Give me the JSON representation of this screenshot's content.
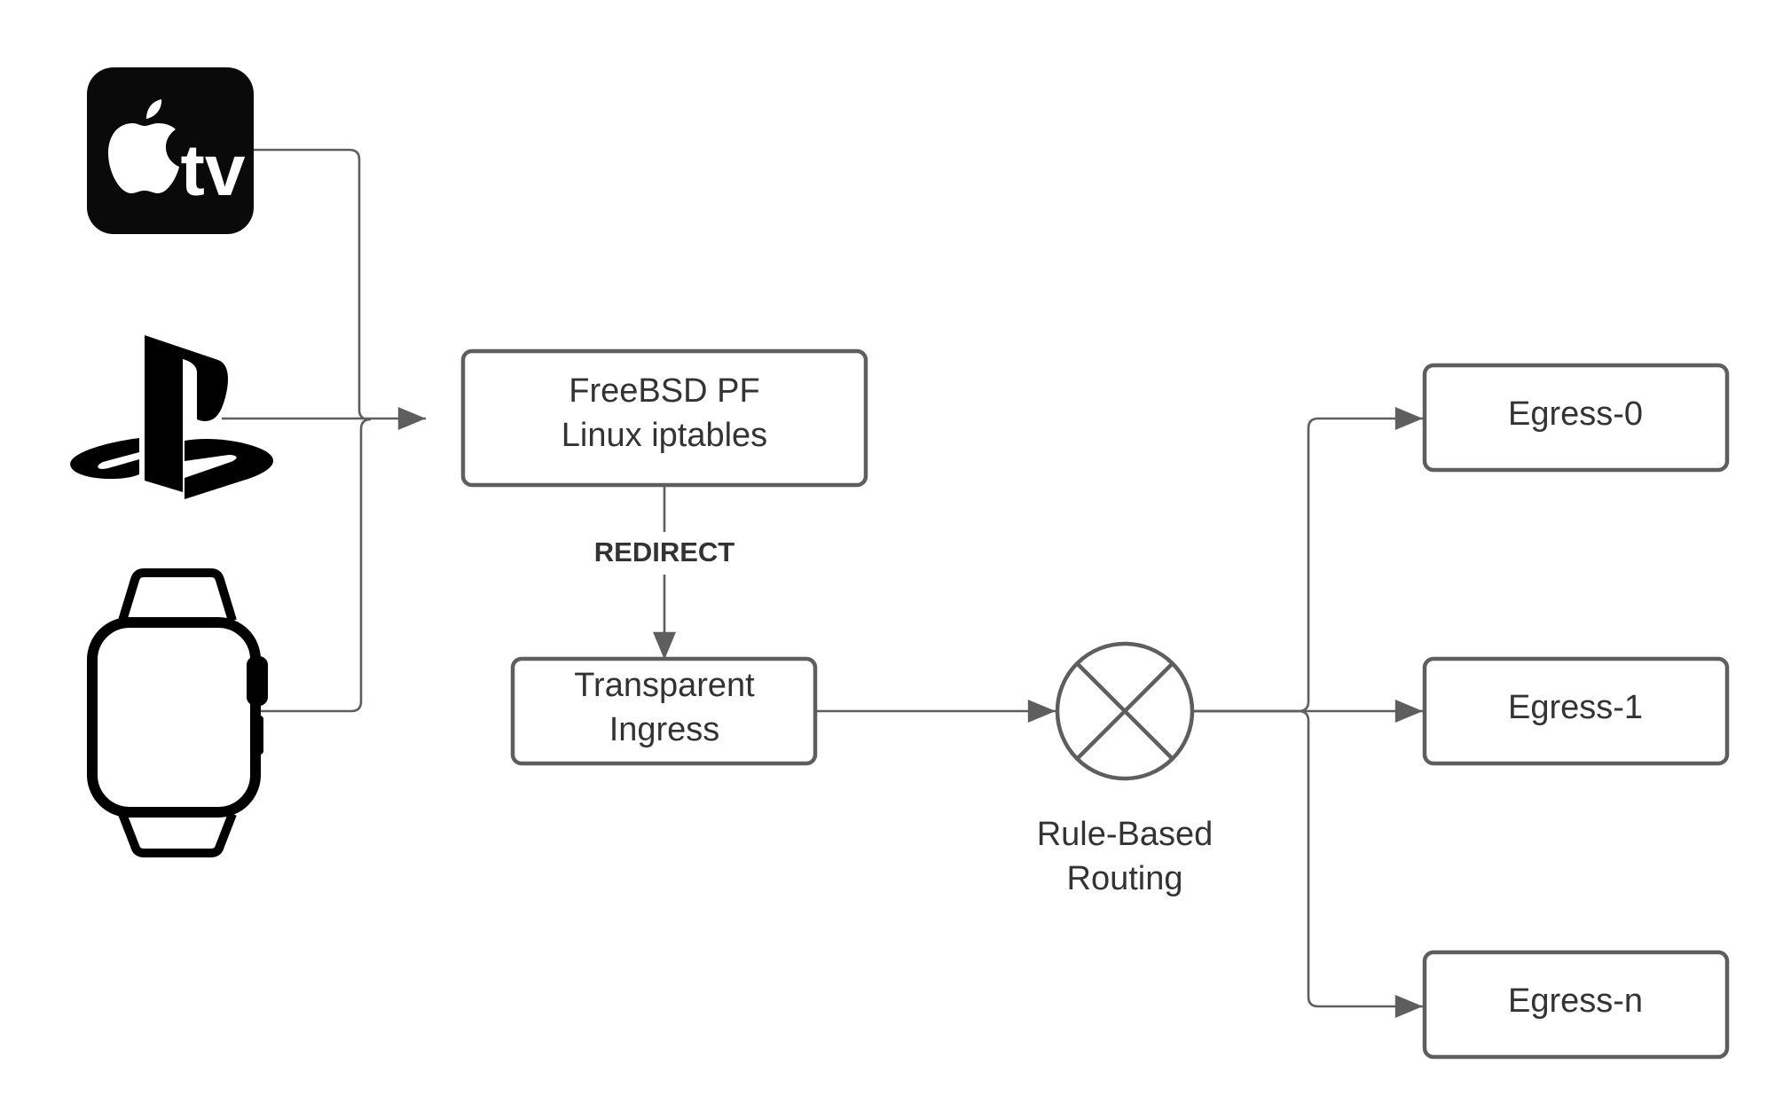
{
  "devices": [
    {
      "id": "apple-tv",
      "icon": "apple-tv-logo-icon",
      "logo_text": "tv"
    },
    {
      "id": "playstation",
      "icon": "playstation-logo-icon"
    },
    {
      "id": "apple-watch",
      "icon": "smartwatch-icon"
    }
  ],
  "nodes": {
    "firewall": {
      "line1": "FreeBSD PF",
      "line2": "Linux iptables"
    },
    "ingress": {
      "line1": "Transparent",
      "line2": "Ingress"
    },
    "router": {
      "symbol": "merge-x-icon",
      "label_line1": "Rule-Based",
      "label_line2": "Routing"
    },
    "egress": [
      {
        "label": "Egress-0"
      },
      {
        "label": "Egress-1"
      },
      {
        "label": "Egress-n"
      }
    ]
  },
  "edges": [
    {
      "from": "apple-tv",
      "to": "firewall",
      "label": ""
    },
    {
      "from": "playstation",
      "to": "firewall",
      "label": ""
    },
    {
      "from": "apple-watch",
      "to": "firewall",
      "label": ""
    },
    {
      "from": "firewall",
      "to": "ingress",
      "label": "REDIRECT"
    },
    {
      "from": "ingress",
      "to": "router",
      "label": ""
    },
    {
      "from": "router",
      "to": "egress-0",
      "label": ""
    },
    {
      "from": "router",
      "to": "egress-1",
      "label": ""
    },
    {
      "from": "router",
      "to": "egress-n",
      "label": ""
    }
  ],
  "colors": {
    "line": "#5e5e5e",
    "text": "#333333",
    "icon": "#000000",
    "background": "#ffffff"
  }
}
